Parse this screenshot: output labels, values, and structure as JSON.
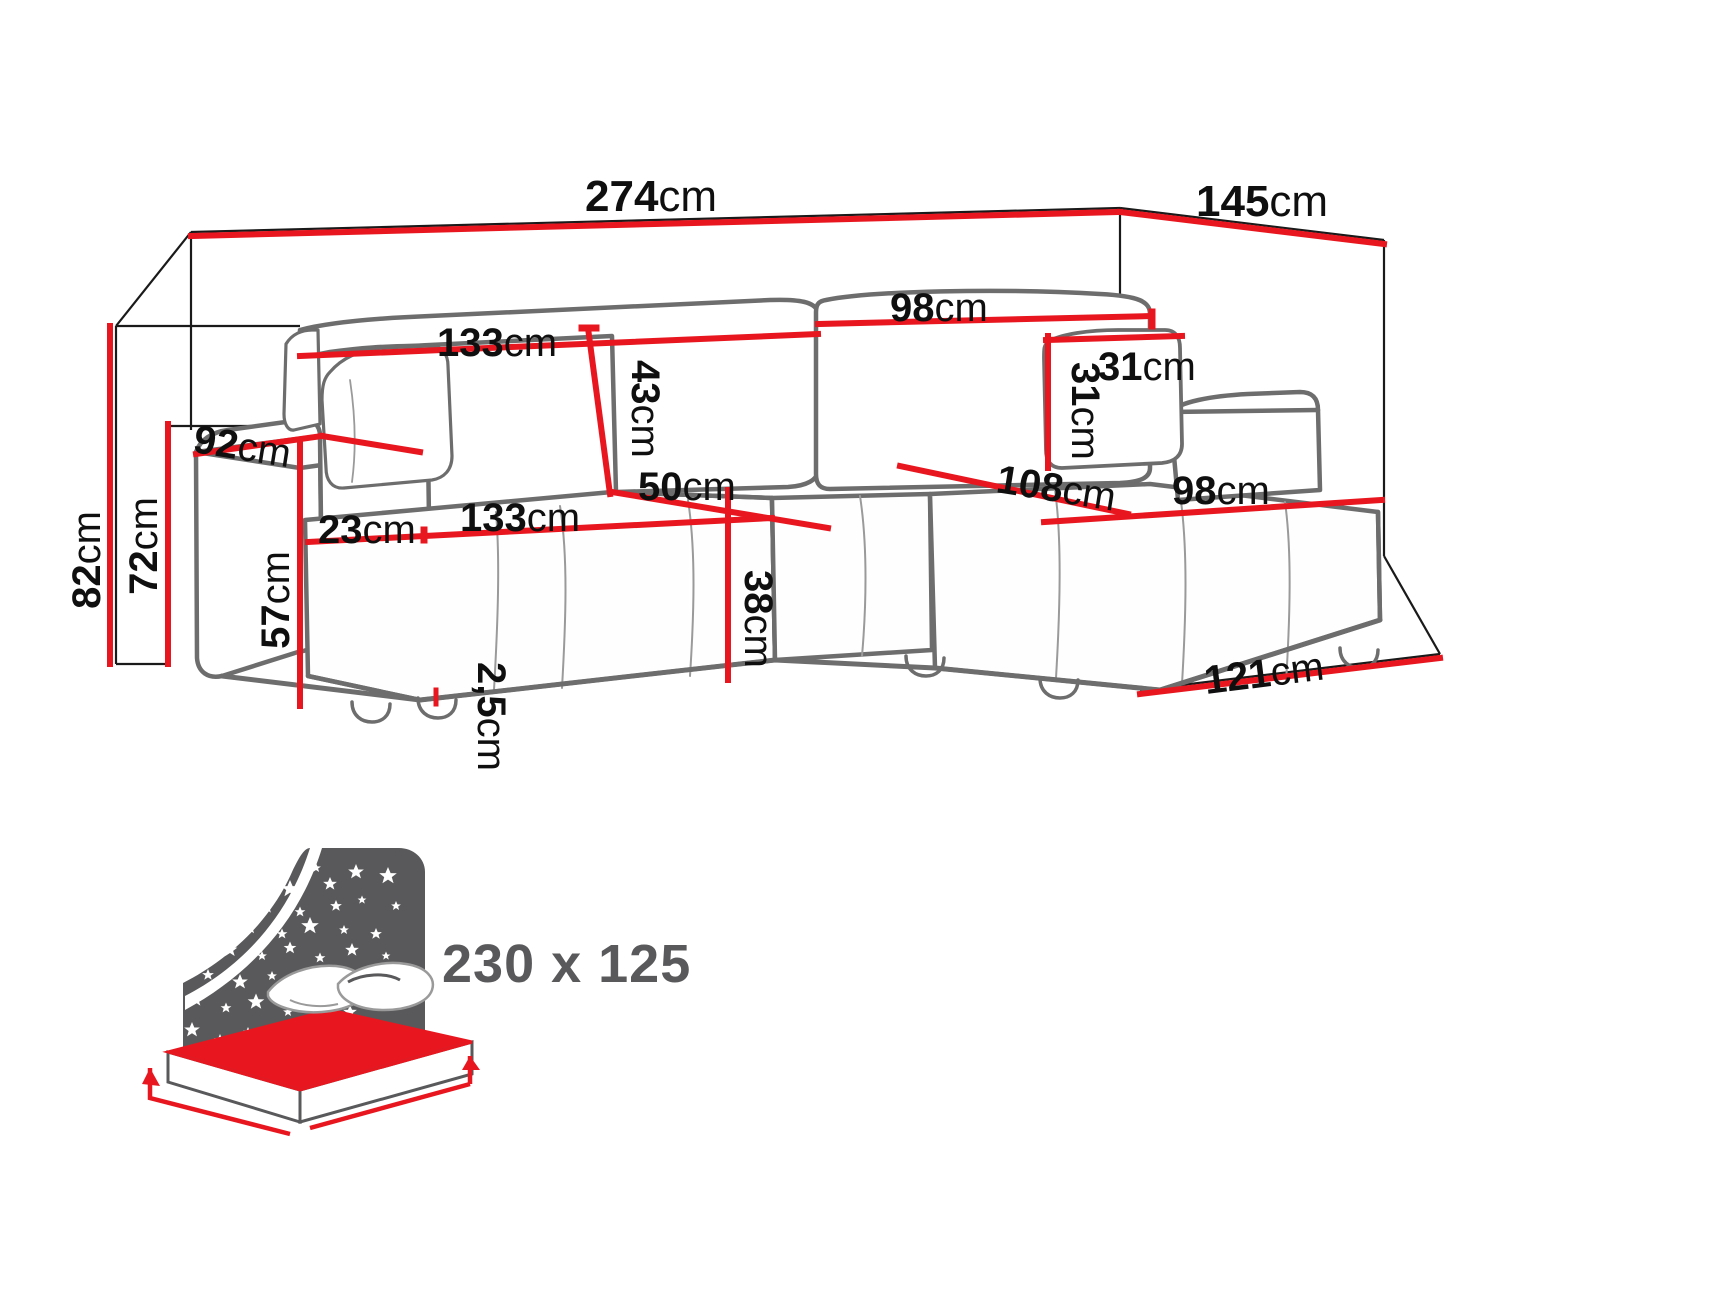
{
  "diagram": {
    "type": "furniture-dimension-drawing",
    "subject": "L-shaped corner sofa bed",
    "unit": "cm",
    "colors": {
      "dimension_line": "#e8171f",
      "guide_line": "#1a1a1a",
      "outline": "#6d6d6d",
      "detail_line": "#9a9a9a",
      "icon_gray": "#59595b",
      "icon_red": "#e8171f",
      "background": "#ffffff",
      "text": "#0f0f0f"
    },
    "measurements": [
      {
        "id": "overall-width",
        "value": "274",
        "unit": "cm",
        "label": "274cm",
        "orientation": "horizontal"
      },
      {
        "id": "overall-depth",
        "value": "145",
        "unit": "cm",
        "label": "145cm",
        "orientation": "horizontal"
      },
      {
        "id": "backrest-width-left",
        "value": "133",
        "unit": "cm",
        "label": "133cm",
        "orientation": "horizontal"
      },
      {
        "id": "backrest-width-right",
        "value": "98",
        "unit": "cm",
        "label": "98cm",
        "orientation": "horizontal"
      },
      {
        "id": "backrest-height",
        "value": "43",
        "unit": "cm",
        "label": "43cm",
        "orientation": "vertical"
      },
      {
        "id": "seat-depth",
        "value": "50",
        "unit": "cm",
        "label": "50cm",
        "orientation": "horizontal"
      },
      {
        "id": "total-height",
        "value": "82",
        "unit": "cm",
        "label": "82cm",
        "orientation": "vertical"
      },
      {
        "id": "back-height",
        "value": "72",
        "unit": "cm",
        "label": "72cm",
        "orientation": "vertical"
      },
      {
        "id": "armrest-depth",
        "value": "92",
        "unit": "cm",
        "label": "92cm",
        "orientation": "horizontal"
      },
      {
        "id": "armrest-height",
        "value": "57",
        "unit": "cm",
        "label": "57cm",
        "orientation": "vertical"
      },
      {
        "id": "armrest-width",
        "value": "23",
        "unit": "cm",
        "label": "23cm",
        "orientation": "horizontal"
      },
      {
        "id": "seat-width",
        "value": "133",
        "unit": "cm",
        "label": "133cm",
        "orientation": "horizontal"
      },
      {
        "id": "seat-height",
        "value": "38",
        "unit": "cm",
        "label": "38cm",
        "orientation": "vertical"
      },
      {
        "id": "leg-height",
        "value": "2,5",
        "unit": "cm",
        "label": "2,5cm",
        "orientation": "vertical"
      },
      {
        "id": "cushion-size",
        "value": "31",
        "unit": "cm",
        "label": "31cm",
        "orientation": "horizontal"
      },
      {
        "id": "cushion-size-vert",
        "value": "31",
        "unit": "cm",
        "label": "31cm",
        "orientation": "vertical"
      },
      {
        "id": "chaise-depth",
        "value": "108",
        "unit": "cm",
        "label": "108cm",
        "orientation": "horizontal"
      },
      {
        "id": "chaise-seat-width",
        "value": "98",
        "unit": "cm",
        "label": "98cm",
        "orientation": "horizontal"
      },
      {
        "id": "chaise-width",
        "value": "121",
        "unit": "cm",
        "label": "121cm",
        "orientation": "horizontal"
      }
    ],
    "labels": {
      "overall_width": "274",
      "overall_width_unit": "cm",
      "overall_depth": "145",
      "overall_depth_unit": "cm",
      "backrest_width_left": "133",
      "backrest_width_left_unit": "cm",
      "backrest_width_right": "98",
      "backrest_width_right_unit": "cm",
      "backrest_height": "43",
      "backrest_height_unit": "cm",
      "seat_depth": "50",
      "seat_depth_unit": "cm",
      "total_height": "82",
      "total_height_unit": "cm",
      "back_height": "72",
      "back_height_unit": "cm",
      "armrest_depth": "92",
      "armrest_depth_unit": "cm",
      "armrest_height": "57",
      "armrest_height_unit": "cm",
      "armrest_width": "23",
      "armrest_width_unit": "cm",
      "seat_width": "133",
      "seat_width_unit": "cm",
      "seat_height": "38",
      "seat_height_unit": "cm",
      "leg_height": "2,5",
      "leg_height_unit": "cm",
      "cushion_h": "31",
      "cushion_h_unit": "cm",
      "cushion_v": "31",
      "cushion_v_unit": "cm",
      "chaise_depth": "108",
      "chaise_depth_unit": "cm",
      "chaise_seat_width": "98",
      "chaise_seat_width_unit": "cm",
      "chaise_width": "121",
      "chaise_width_unit": "cm"
    },
    "sleeping_area": {
      "label": "230 x 125",
      "width": "230",
      "length": "125",
      "separator": "x",
      "icon": "bed-night-icon",
      "icon_description": "starry night headboard with pillows and red mattress"
    }
  }
}
